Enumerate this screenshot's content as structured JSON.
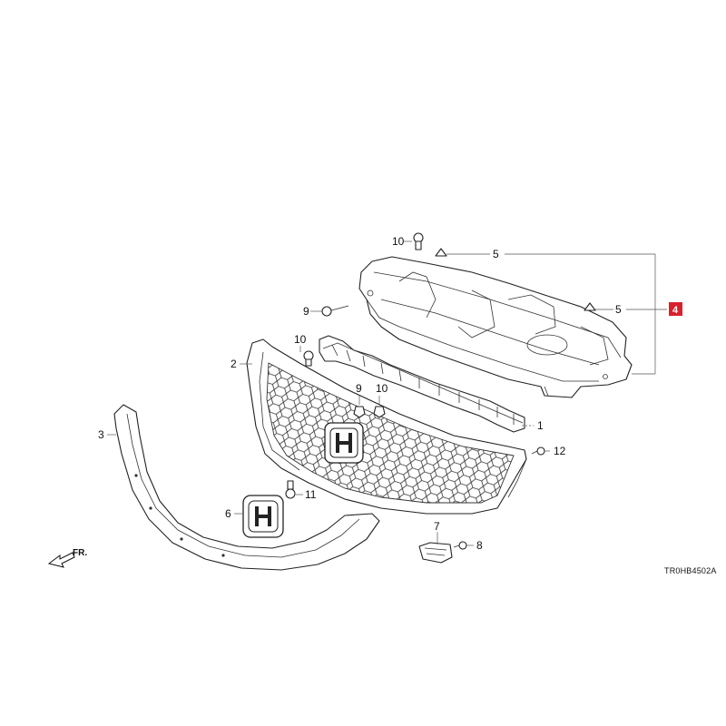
{
  "diagram": {
    "drawing_code": "TR0HB4502A",
    "direction_label": "FR.",
    "highlight_color": "#d9212b",
    "callouts": [
      {
        "id": "c1",
        "text": "1"
      },
      {
        "id": "c2",
        "text": "2"
      },
      {
        "id": "c3",
        "text": "3"
      },
      {
        "id": "c4",
        "text": "4",
        "highlighted": true
      },
      {
        "id": "c5a",
        "text": "5"
      },
      {
        "id": "c5b",
        "text": "5"
      },
      {
        "id": "c6",
        "text": "6"
      },
      {
        "id": "c7",
        "text": "7"
      },
      {
        "id": "c8",
        "text": "8"
      },
      {
        "id": "c9a",
        "text": "9"
      },
      {
        "id": "c9b",
        "text": "9"
      },
      {
        "id": "c10a",
        "text": "10"
      },
      {
        "id": "c10b",
        "text": "10"
      },
      {
        "id": "c10c",
        "text": "10"
      },
      {
        "id": "c11",
        "text": "11"
      },
      {
        "id": "c12",
        "text": "12"
      }
    ]
  }
}
